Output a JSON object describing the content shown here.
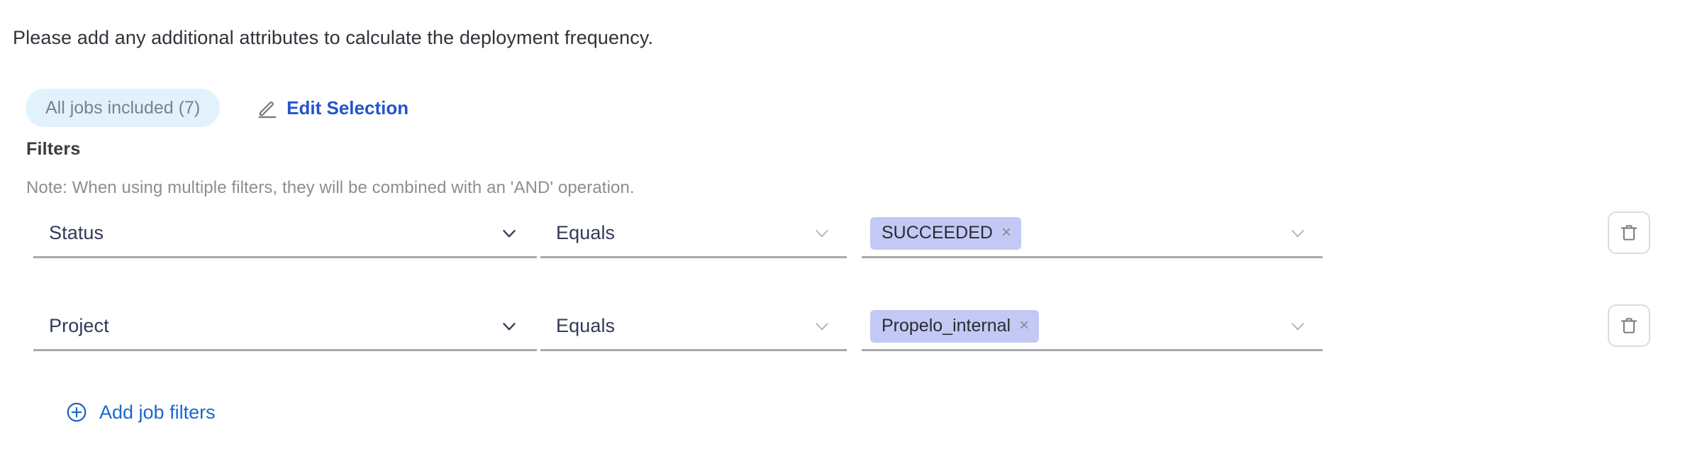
{
  "intro": {
    "text": "Please add any additional attributes to calculate the deployment frequency."
  },
  "selection": {
    "pill_label": "All jobs included (7)",
    "edit_label": "Edit Selection",
    "pencil_icon": "pencil-icon"
  },
  "filters": {
    "title": "Filters",
    "note": "Note: When using multiple filters, they will be combined with an 'AND' operation.",
    "add_label": "Add job filters",
    "add_icon": "plus-circle-icon",
    "delete_icon": "trash-icon",
    "chevron_icon": "chevron-down-icon",
    "rows": [
      {
        "attribute": "Status",
        "operator": "Equals",
        "value_chip": "SUCCEEDED",
        "chip_remove": "×",
        "delete_title": "Delete filter"
      },
      {
        "attribute": "Project",
        "operator": "Equals",
        "value_chip": "Propelo_internal",
        "chip_remove": "×",
        "delete_title": "Delete filter"
      }
    ]
  },
  "colors": {
    "pill_bg": "#e2f2fd",
    "pill_text": "#7b808f",
    "link_blue": "#2255cc",
    "add_link_blue": "#1b68c9",
    "chip_bg": "#c3c9f5",
    "field_text": "#333a56",
    "underline": "#a9a9ae",
    "note_text": "#8d8d93"
  }
}
